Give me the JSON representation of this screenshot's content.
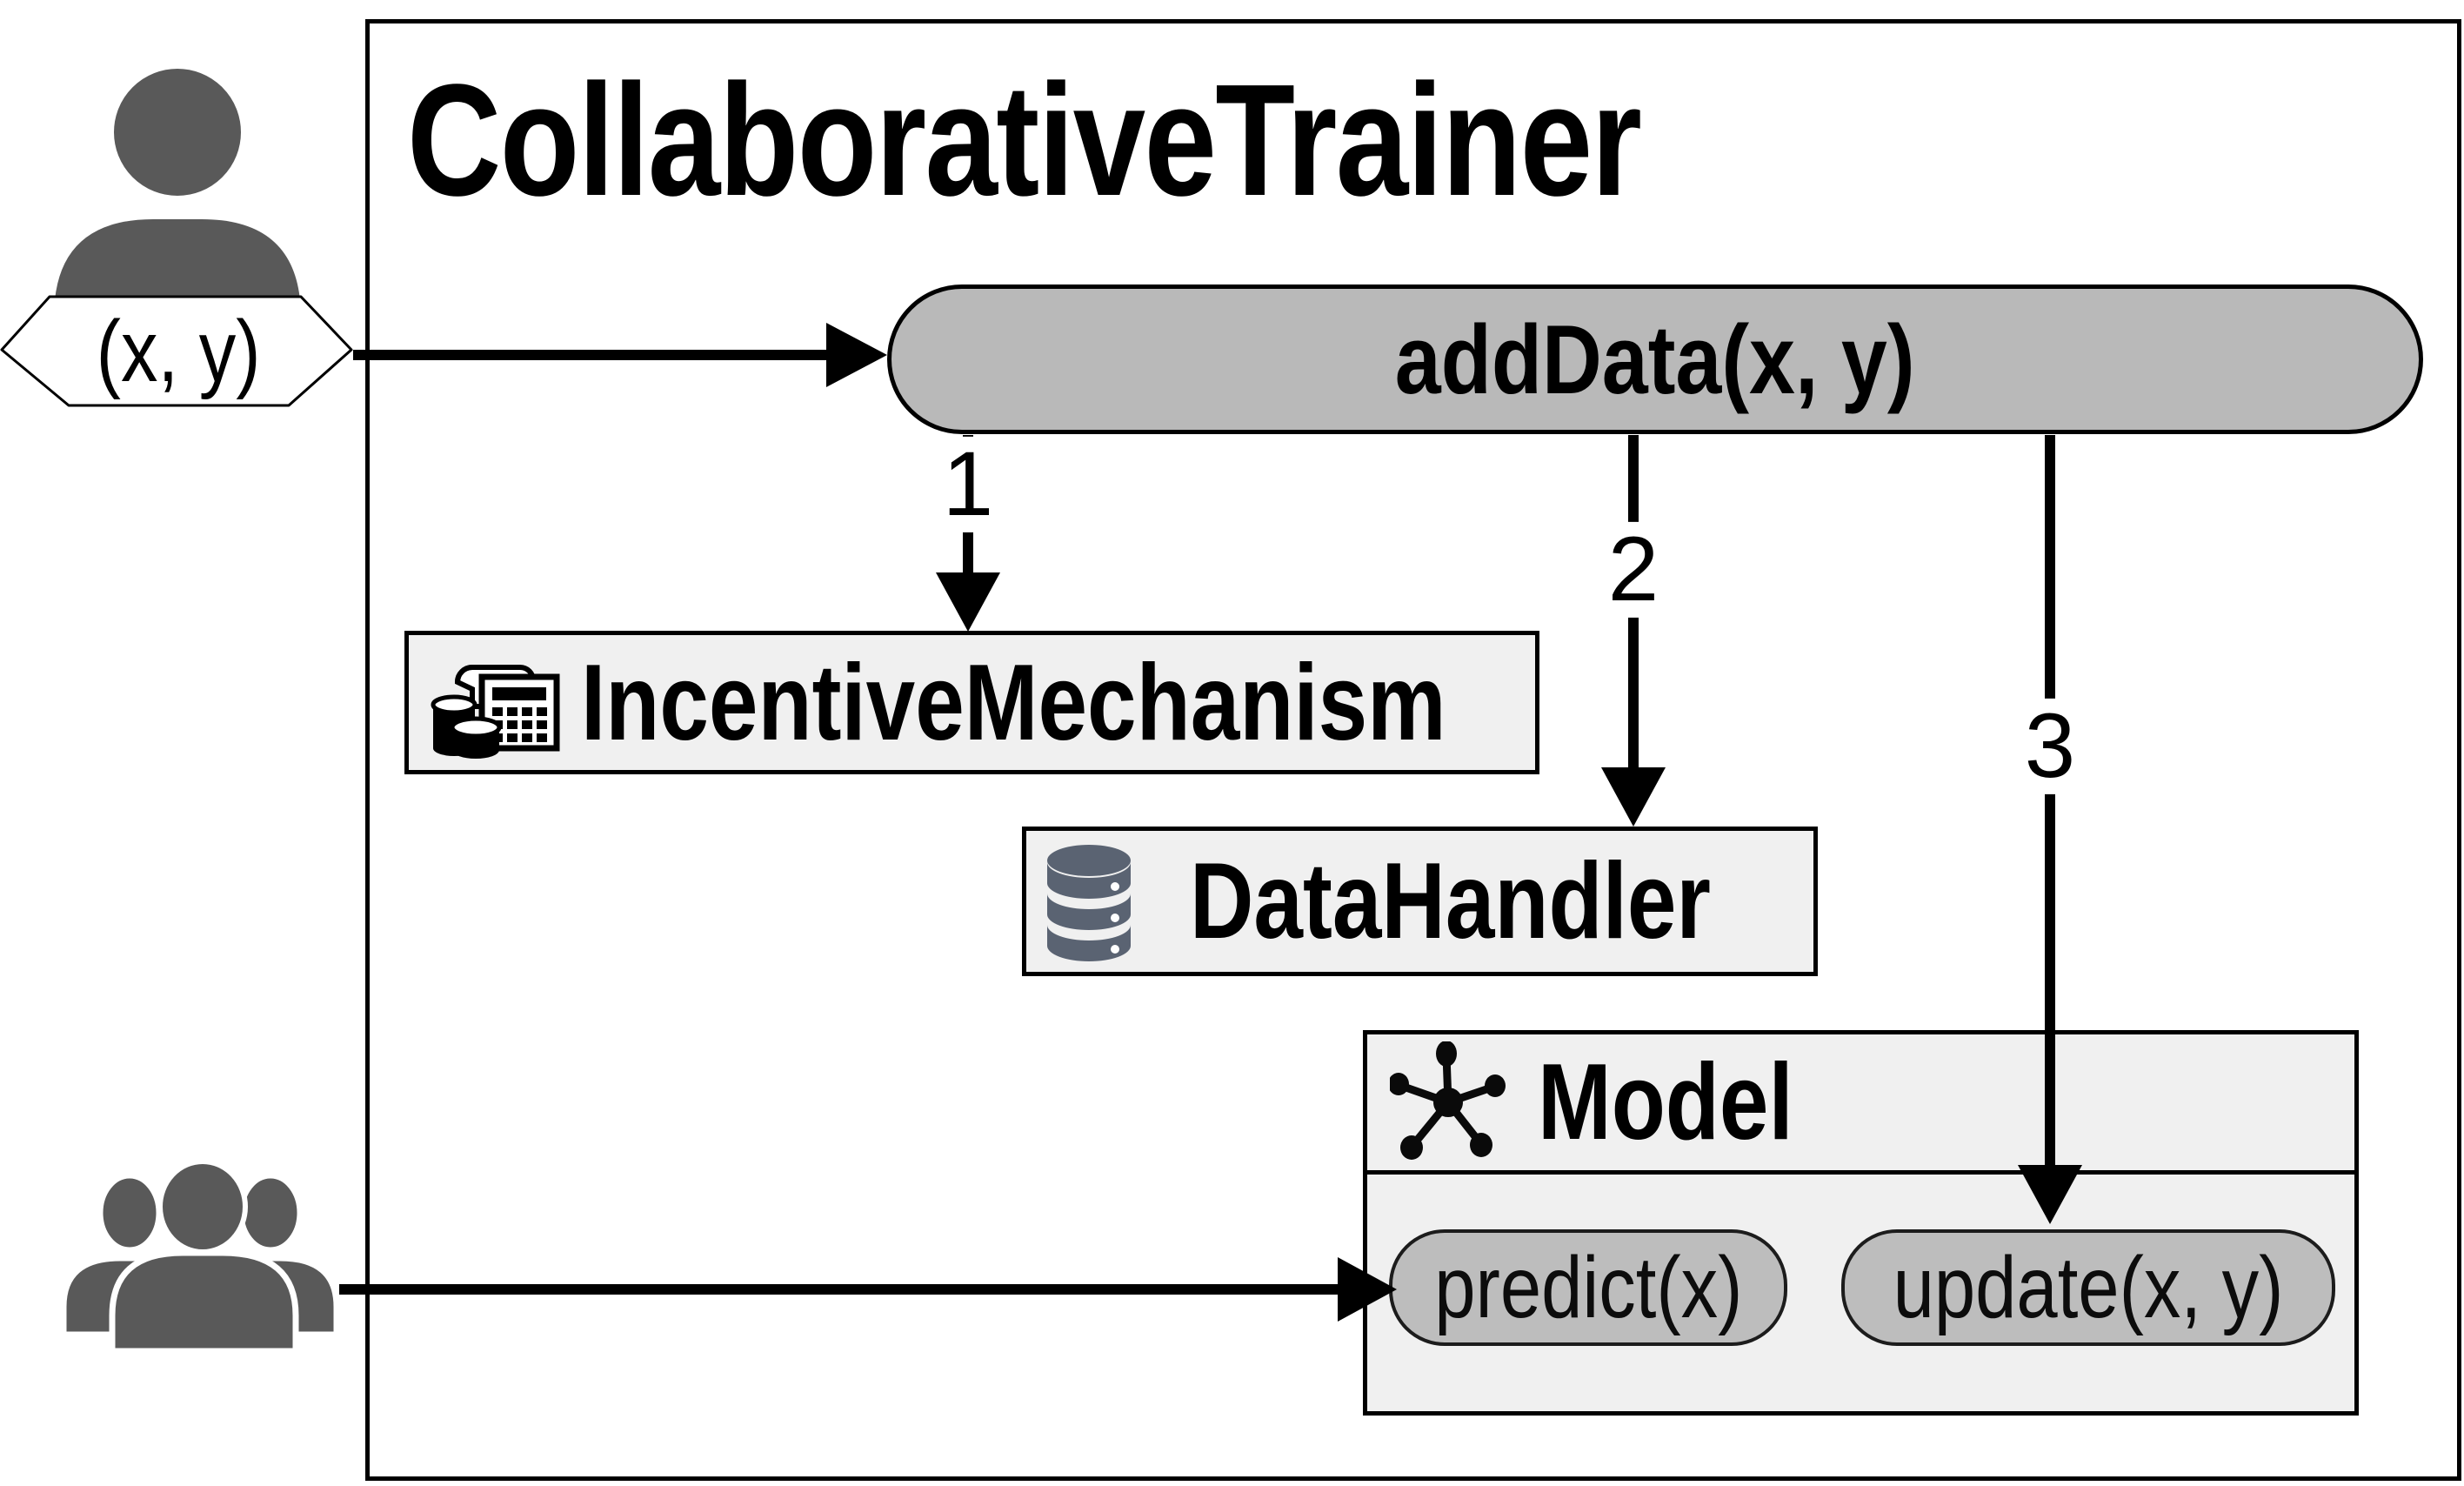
{
  "title": "CollaborativeTrainer",
  "user_input": {
    "label": "(x, y)"
  },
  "add_data": {
    "label": "addData(x, y)"
  },
  "arrows": [
    {
      "label": "1",
      "target": "IncentiveMechanism"
    },
    {
      "label": "2",
      "target": "DataHandler"
    },
    {
      "label": "3",
      "target": "update(x, y)"
    }
  ],
  "components": {
    "incentive_mechanism": {
      "label": "IncentiveMechanism",
      "icon": "cash-register-icon"
    },
    "data_handler": {
      "label": "DataHandler",
      "icon": "database-icon"
    },
    "model": {
      "label": "Model",
      "icon": "network-graph-icon",
      "methods": [
        {
          "label": "predict(x)"
        },
        {
          "label": "update(x, y)"
        }
      ]
    }
  },
  "actors": {
    "contributor": {
      "icon": "person-icon"
    },
    "consumers": {
      "icon": "people-group-icon"
    }
  },
  "colors": {
    "action_pill_fill": "#b9b9b9",
    "component_box_fill": "#f0f0f0",
    "method_pill_fill": "#bdbdbd",
    "actor_gray": "#595959",
    "database_gray": "#5a6372",
    "outline_black": "#000000"
  }
}
